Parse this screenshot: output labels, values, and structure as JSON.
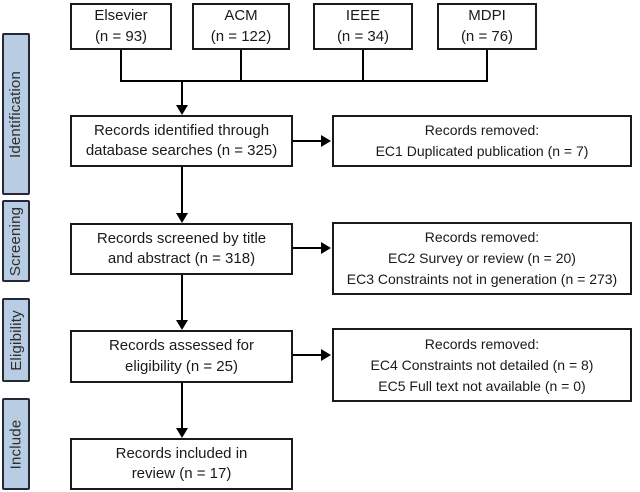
{
  "stages": [
    {
      "label": "Identification"
    },
    {
      "label": "Screening"
    },
    {
      "label": "Eligibility"
    },
    {
      "label": "Include"
    }
  ],
  "sources": [
    {
      "name": "Elsevier",
      "count": "(n = 93)"
    },
    {
      "name": "ACM",
      "count": "(n = 122)"
    },
    {
      "name": "IEEE",
      "count": "(n = 34)"
    },
    {
      "name": "MDPI",
      "count": "(n = 76)"
    }
  ],
  "flow": [
    {
      "line1": "Records identified through",
      "line2": "database searches (n = 325)"
    },
    {
      "line1": "Records screened by title",
      "line2": "and abstract (n = 318)"
    },
    {
      "line1": "Records assessed for",
      "line2": "eligibility (n = 25)"
    },
    {
      "line1": "Records included in",
      "line2": "review (n = 17)"
    }
  ],
  "removed": [
    {
      "title": "Records removed:",
      "items": [
        "EC1 Duplicated publication (n = 7)"
      ]
    },
    {
      "title": "Records removed:",
      "items": [
        "EC2 Survey or review (n = 20)",
        "EC3 Constraints not in generation (n = 273)"
      ]
    },
    {
      "title": "Records removed:",
      "items": [
        "EC4 Constraints not detailed (n = 8)",
        "EC5 Full text not available (n = 0)"
      ]
    }
  ],
  "colors": {
    "stage_fill": "#b8cce4",
    "stage_border": "#232a36",
    "box_border": "#1a1a1a",
    "box_fill": "#ffffff",
    "line": "#000000",
    "text": "#1a1a1a"
  }
}
